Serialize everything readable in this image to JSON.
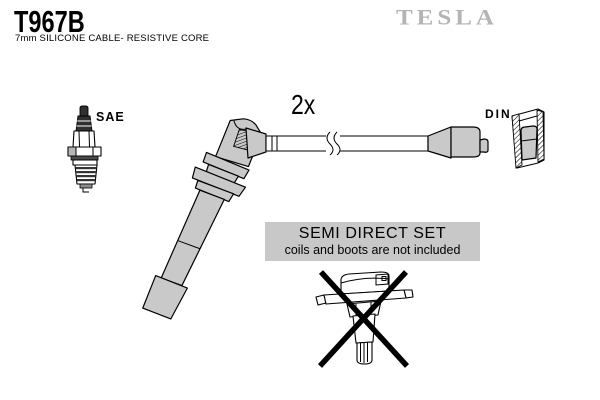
{
  "header": {
    "part_number": "T967B",
    "subtitle": "7mm SILICONE CABLE- RESISTIVE CORE",
    "brand": "TESLA"
  },
  "labels": {
    "spark_plug_standard": "SAE",
    "quantity": "2x",
    "connector_standard": "DIN"
  },
  "info_box": {
    "title": "SEMI DIRECT SET",
    "note": "coils and boots are not included"
  },
  "icons": {
    "spark_plug": "spark-plug-illustration",
    "coil_boot_cable": "coil-boot-and-cable-illustration",
    "cable_break": "cable-break-icon",
    "din_connector": "din-connector-end-illustration",
    "din_cross_section": "din-boot-cross-section-illustration",
    "excluded_coil": "crossed-out-ignition-coil-illustration",
    "prohibition_mark": "prohibition-x-icon"
  },
  "colors": {
    "background": "#ffffff",
    "illustration_gray": "#c9c9c9",
    "info_box_gray": "#c8c8c8",
    "brand_gray": "#b4b4b4",
    "line_black": "#000000"
  }
}
